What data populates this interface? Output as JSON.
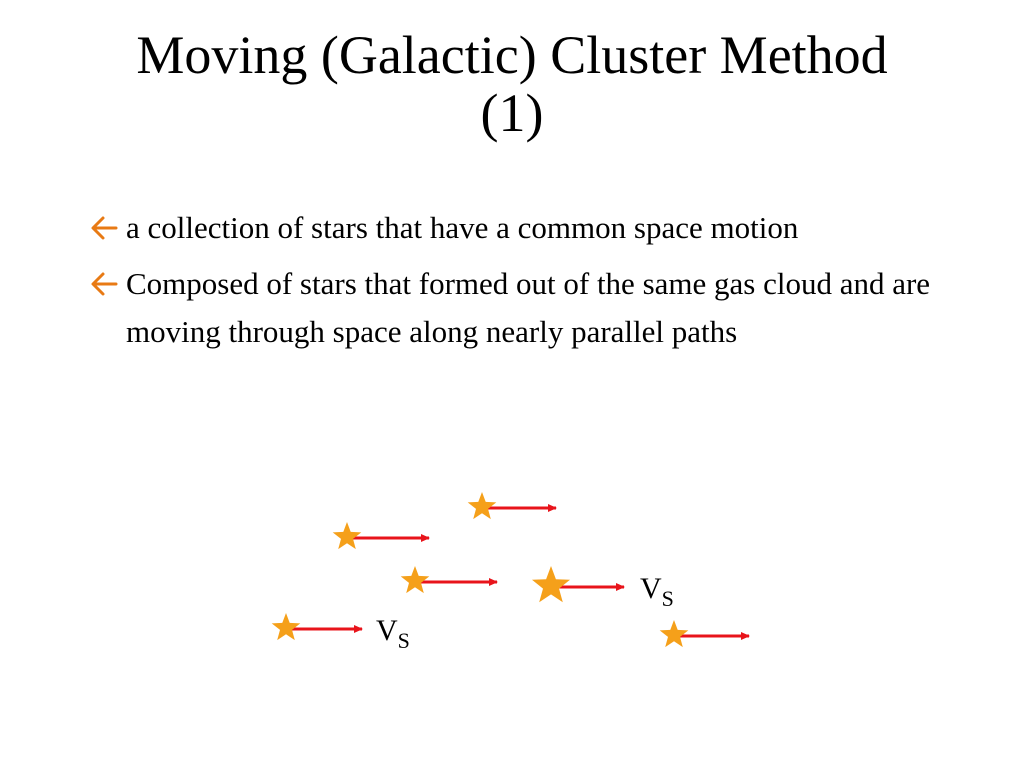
{
  "title": {
    "line1": "Moving (Galactic) Cluster Method",
    "line2": "(1)"
  },
  "bullets": [
    {
      "icon": "arrow-left-icon",
      "text": "a collection of stars that have a common space motion"
    },
    {
      "icon": "arrow-left-icon",
      "text": "Composed of stars that formed out of the same gas cloud and are moving through space along nearly parallel paths"
    }
  ],
  "diagram": {
    "velocity_label_main": "V",
    "velocity_label_sub": "S",
    "colors": {
      "star": "#f5a01a",
      "arrow": "#e8141b",
      "bullet": "#e87a14"
    },
    "icons": {
      "star": "star-icon",
      "arrow": "right-arrow-icon"
    }
  }
}
